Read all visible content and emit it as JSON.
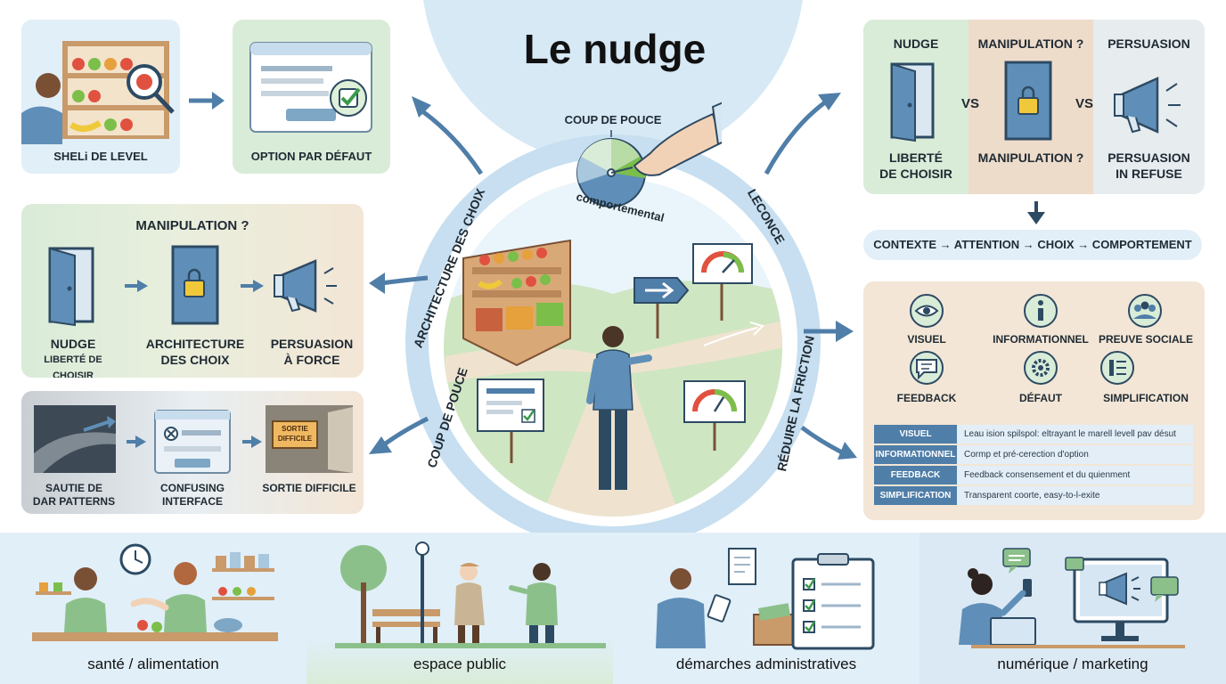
{
  "title": "Le nudge",
  "top_left": {
    "shelf_label": "SHELi DE LEVEL",
    "default_label": "OPTION PAR DÉFAUT"
  },
  "manipulation_panel": {
    "title": "MANIPULATION ?",
    "items": [
      {
        "label1": "NUDGE",
        "label2": "LIBERTÉ DE CHOISIR"
      },
      {
        "label1": "ARCHITECTURE",
        "label2": "DES CHOIX"
      },
      {
        "label1": "PERSUASION",
        "label2": "À FORCE"
      }
    ]
  },
  "dark_patterns_panel": {
    "items": [
      {
        "label1": "SAUTIE DE",
        "label2": "DAR PATTERNS"
      },
      {
        "label1": "CONFUSING",
        "label2": "INTERFACE"
      },
      {
        "label1": "SORTIE DIFFICILE",
        "label2": ""
      }
    ],
    "sign_text1": "SORTIE",
    "sign_text2": "DIFFICILE"
  },
  "center": {
    "coup_de_pouce": "COUP DE POUCE",
    "comportemental": "comportemental",
    "arc_left_top": "ARCHITECTURE DES CHOIX",
    "arc_left_bottom": "COUP DE POUCE",
    "arc_right_top": "LECONCE",
    "arc_right_bottom": "RÉDUIRE LA FRICTION"
  },
  "comparison": {
    "headers": [
      "NUDGE",
      "MANIPULATION ?",
      "PERSUASION"
    ],
    "vs": "VS",
    "captions": [
      {
        "l1": "LIBERTÉ",
        "l2": "DE CHOISIR"
      },
      {
        "l1": "MANIPULATION ?",
        "l2": ""
      },
      {
        "l1": "PERSUASION",
        "l2": "IN REFUSE"
      }
    ]
  },
  "flow": "CONTEXTE → ATTENTION → CHOIX → COMPORTEMENT",
  "types": {
    "items": [
      {
        "label": "VISUEL",
        "icon": "eye-icon"
      },
      {
        "label": "INFORMATIONNEL",
        "icon": "info-icon"
      },
      {
        "label": "PREUVE SOCIALE",
        "icon": "people-icon"
      },
      {
        "label": "FEEDBACK",
        "icon": "chat-icon"
      },
      {
        "label": "DÉFAUT",
        "icon": "gear-icon"
      },
      {
        "label": "SIMPLIFICATION",
        "icon": "list-icon"
      }
    ],
    "legend": [
      {
        "key": "VISUEL",
        "value": "Leau ision spilspol: eltrayant le marell levell pav désut"
      },
      {
        "key": "INFORMATIONNEL",
        "value": "Cormp et pré-cerection d'option"
      },
      {
        "key": "FEEDBACK",
        "value": "Feedback consensement et du quienment"
      },
      {
        "key": "SIMPLIFICATION",
        "value": "Transparent coorte, easy-to-l-exite"
      }
    ]
  },
  "domains": [
    {
      "label": "santé / alimentation"
    },
    {
      "label": "espace public"
    },
    {
      "label": "démarches administratives"
    },
    {
      "label": "numérique / marketing"
    }
  ],
  "colors": {
    "green_bg": "#d9ecd8",
    "beige_bg": "#f3e6d6",
    "blue_bg": "#e1eff8",
    "accent_blue": "#4f7ea8",
    "door_blue": "#5f8fb8"
  }
}
